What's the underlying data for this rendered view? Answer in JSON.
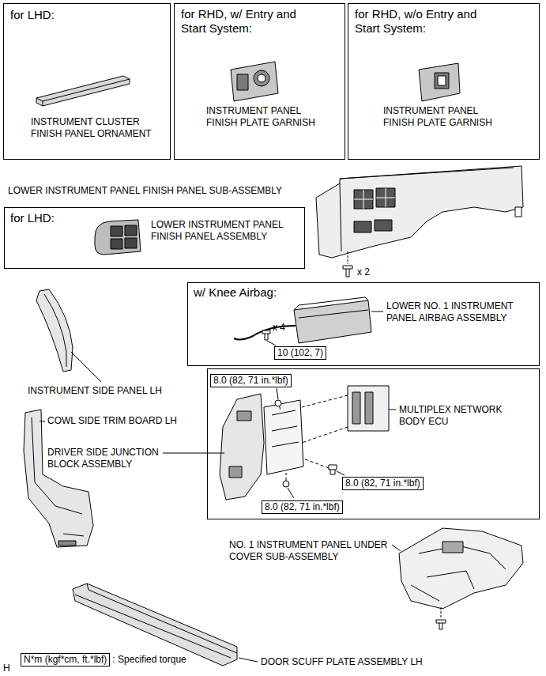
{
  "diagram": {
    "nodes": [
      {
        "text": [
          "for LHD:",
          "INSTRUMENT CLUSTER FINISH PANEL ORNAMENT"
        ]
      },
      {
        "text": [
          "for RHD, w/ Entry and Start System:",
          "INSTRUMENT PANEL FINISH PLATE GARNISH"
        ]
      },
      {
        "text": [
          "for RHD, w/o Entry and Start System:",
          "INSTRUMENT PANEL FINISH PLATE GARNISH"
        ]
      },
      {
        "text": [
          "for LHD:",
          "LOWER INSTRUMENT PANEL FINISH PANEL ASSEMBLY"
        ]
      },
      {
        "text": [
          "w/ Knee Airbag:",
          "LOWER NO. 1 INSTRUMENT PANEL AIRBAG ASSEMBLY",
          "x 4"
        ]
      },
      {
        "text": [
          "10 (102, 7)"
        ],
        "in": 4
      },
      {
        "text": [
          "MULTIPLEX NETWORK BODY ECU"
        ]
      },
      {
        "text": [
          "8.0 (82, 71 in.*lbf)"
        ],
        "in": 6
      },
      {
        "text": [
          "8.0 (82, 71 in.*lbf)"
        ],
        "in": 6
      },
      {
        "text": [
          "8.0 (82, 71 in.*lbf)"
        ],
        "in": 6
      },
      {
        "text": [
          "N*m (kgf*cm, ft.*lbf)"
        ]
      }
    ],
    "labels": [
      "LOWER INSTRUMENT PANEL FINISH PANEL SUB-ASSEMBLY",
      "x 2",
      "INSTRUMENT SIDE PANEL LH",
      "COWL SIDE TRIM BOARD LH",
      "DRIVER SIDE JUNCTION BLOCK ASSEMBLY",
      "NO. 1 INSTRUMENT PANEL UNDER COVER SUB-ASSEMBLY",
      "DOOR SCUFF PLATE ASSEMBLY LH",
      ": Specified torque",
      "H"
    ]
  }
}
